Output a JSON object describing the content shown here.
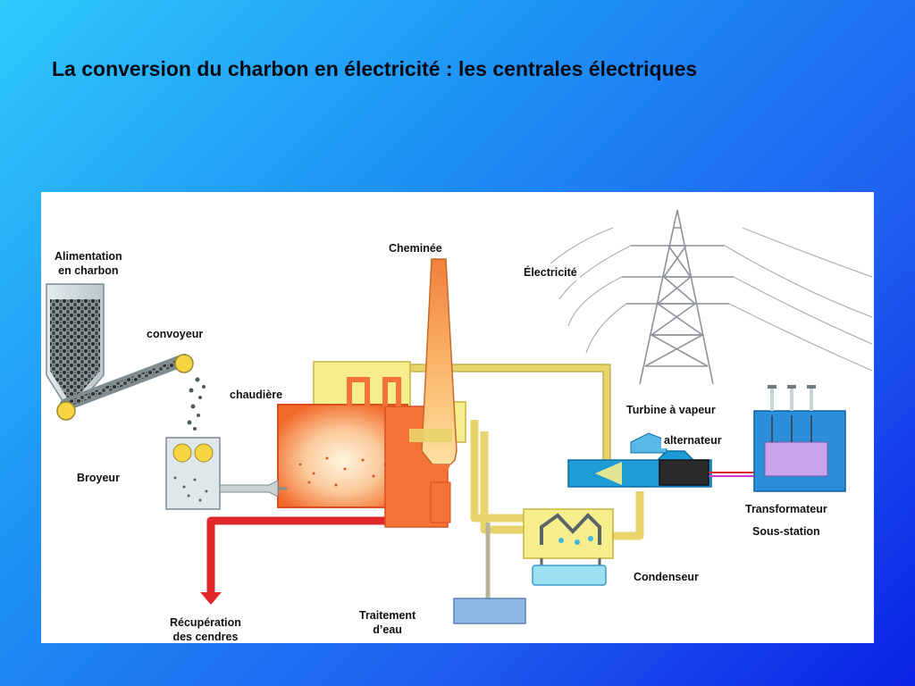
{
  "title": "La conversion du charbon en électricité : les centrales électriques",
  "labels": {
    "alimentation": "Alimentation\nen charbon",
    "convoyeur": "convoyeur",
    "chaudiere": "chaudière",
    "broyeur": "Broyeur",
    "cheminee": "Cheminée",
    "electricite": "Électricité",
    "turbine": "Turbine à vapeur",
    "alternateur": "alternateur",
    "transformateur": "Transformateur",
    "sous_station": "Sous-station",
    "condenseur": "Condenseur",
    "traitement": "Traitement\nd’eau",
    "recuperation": "Récupération\ndes cendres"
  }
}
